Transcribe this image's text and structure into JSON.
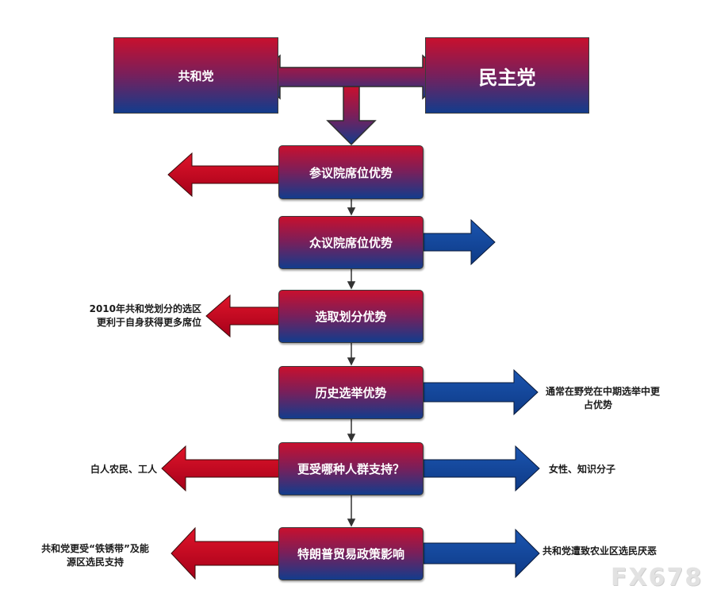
{
  "parties": {
    "republican": "共和党",
    "democratic": "民主党"
  },
  "steps": [
    {
      "label": "参议院席位优势",
      "left_note": "",
      "right_note": ""
    },
    {
      "label": "众议院席位优势",
      "left_note": "",
      "right_note": ""
    },
    {
      "label": "选取划分优势",
      "left_note": "2010年共和党划分的选区更利于自身获得更多席位",
      "right_note": ""
    },
    {
      "label": "历史选举优势",
      "left_note": "",
      "right_note": "通常在野党在中期选举中更占优势"
    },
    {
      "label": "更受哪种人群支持？",
      "left_note": "白人农民、工人",
      "right_note": "女性、知识分子"
    },
    {
      "label": "特朗普贸易政策影响",
      "left_note": "共和党更受“铁锈带”及能源区选民支持",
      "right_note": "共和党遭致农业区选民厌恶"
    }
  ],
  "notes": {
    "step3_left_line1": "2010年共和党划分的选区",
    "step3_left_line2": "更利于自身获得更多席位",
    "step4_right_line1": "通常在野党在中期选举中更",
    "step4_right_line2": "占优势",
    "step5_left": "白人农民、工人",
    "step5_right": "女性、知识分子",
    "step6_left_line1": "共和党更受“铁锈带”及能",
    "step6_left_line2": "源区选民支持",
    "step6_right": "共和党遭致农业区选民厌恶"
  },
  "watermark": "FX678",
  "colors": {
    "republican_red": "#c8102e",
    "democratic_blue": "#123c8c",
    "connector": "#333333"
  }
}
